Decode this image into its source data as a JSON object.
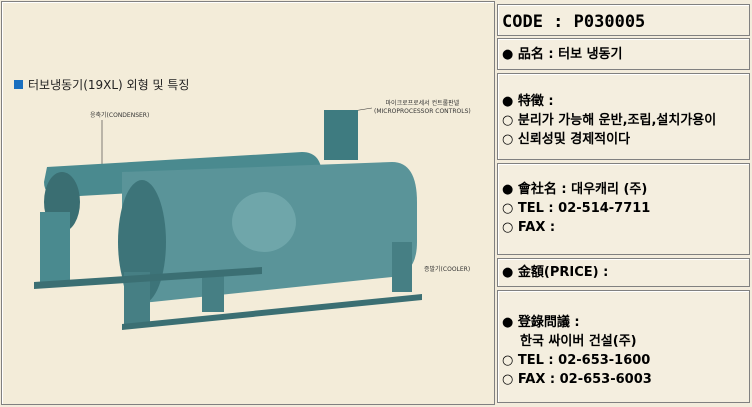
{
  "image": {
    "title": "터보냉동기(19XL) 외형 및 특징",
    "labels": {
      "condenser": "응축기(CONDENSER)",
      "controls_ko": "마이크로프로세서 컨트롤판넬",
      "controls_en": "(MICROPROCESSOR CONTROLS)",
      "cooler": "증발기(COOLER)"
    },
    "accent": "#1a6fbf"
  },
  "code": "CODE : P030005",
  "name": {
    "bullet": "●",
    "text": "品名 : 터보 냉동기"
  },
  "features": {
    "heading": "特徵 :",
    "items": [
      "분리가 가능해 운반,조립,설치가용이",
      "신뢰성및 경제적이다"
    ]
  },
  "company": {
    "heading": "會社名 : 대우캐리 (주)",
    "items": [
      "TEL : 02-514-7711",
      "FAX :"
    ]
  },
  "price": "金額(PRICE) :",
  "registration": {
    "heading": "登錄問議 :",
    "company": "한국 싸이버 건설(주)",
    "items": [
      "TEL : 02-653-1600",
      "FAX : 02-653-6003"
    ]
  }
}
